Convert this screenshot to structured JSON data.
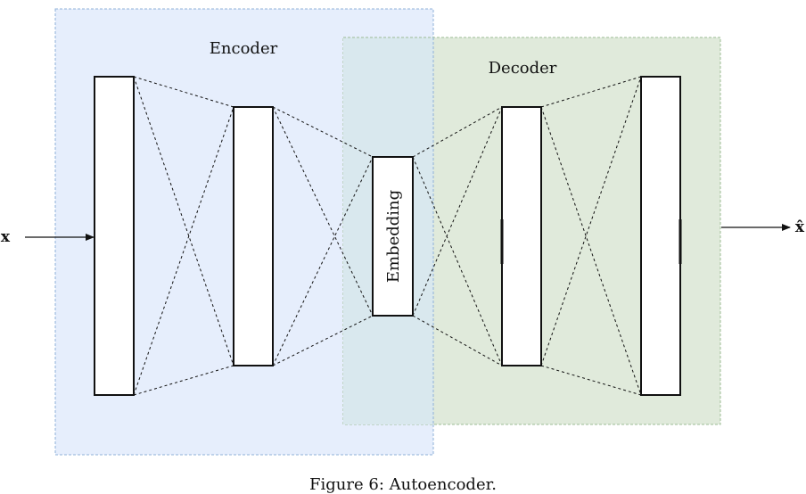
{
  "diagram": {
    "encoder_label": "Encoder",
    "decoder_label": "Decoder",
    "embedding_label": "Embedding",
    "input_label": "x",
    "output_label": "x̂",
    "caption": "Figure 6: Autoencoder.",
    "colors": {
      "encoder_fill": "#e6eefc",
      "encoder_border": "#8fb0d8",
      "decoder_fill": "#e0eadb",
      "decoder_border": "#9dbc96",
      "overlap_fill": "#d9e8ee",
      "layer_fill": "#ffffff",
      "line": "#111111"
    }
  }
}
